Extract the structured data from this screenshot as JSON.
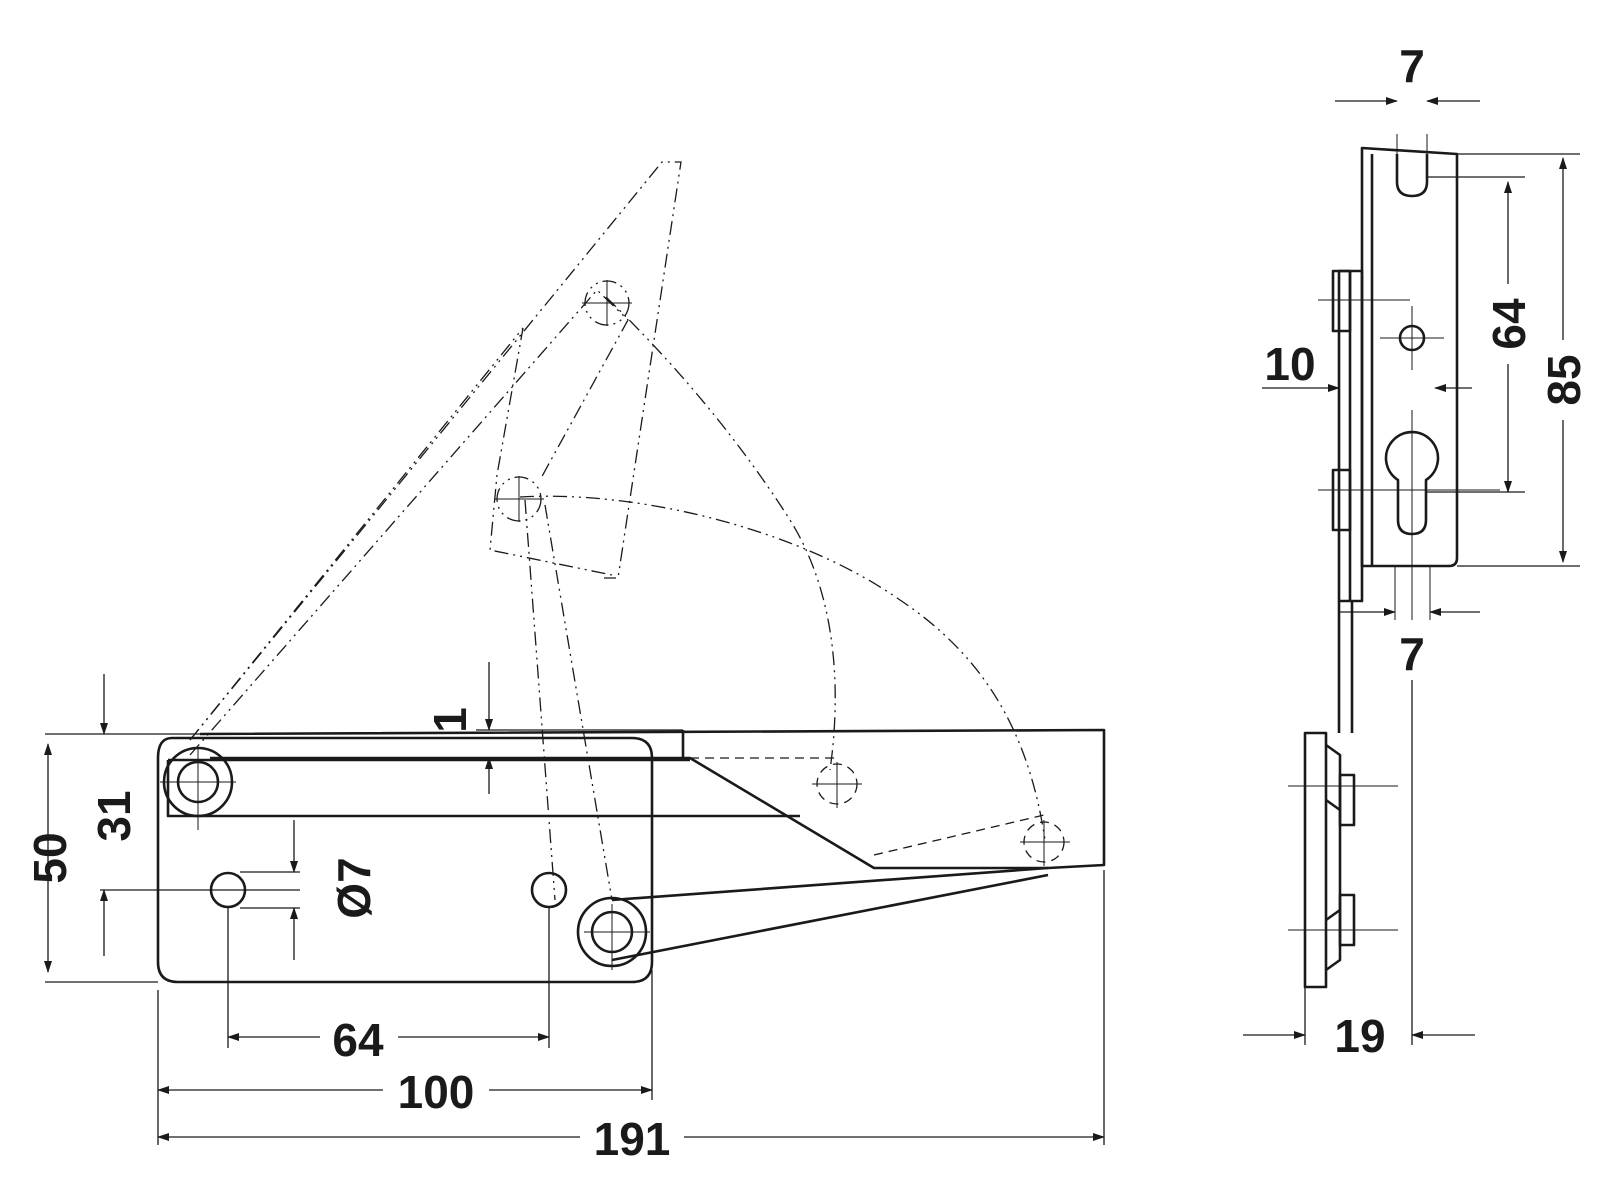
{
  "drawing": {
    "dimensions": {
      "width_191": "191",
      "width_100": "100",
      "spacing_64": "64",
      "height_50": "50",
      "height_31": "31",
      "thickness_1": "1",
      "hole_dia": "Ø7",
      "side_top_7": "7",
      "side_64": "64",
      "side_85": "85",
      "side_10": "10",
      "side_bottom_7": "7",
      "side_19": "19"
    },
    "colors": {
      "line": "#1a1a1a",
      "background": "#ffffff"
    }
  }
}
